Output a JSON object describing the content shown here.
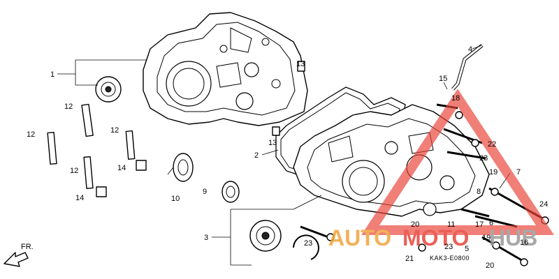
{
  "diagram": {
    "callouts": [
      "1",
      "2",
      "3",
      "4",
      "5",
      "6",
      "7",
      "8",
      "9",
      "10",
      "11",
      "12",
      "12",
      "12",
      "12",
      "13",
      "13",
      "14",
      "14",
      "15",
      "16",
      "17",
      "18",
      "19",
      "19",
      "20",
      "20",
      "21",
      "22",
      "23",
      "23",
      "23",
      "24"
    ],
    "fr_label": "FR.",
    "part_code": "KAK3-E0800"
  },
  "watermark": {
    "text_a": "AUTO",
    "text_b": "MOTO",
    "text_c": "HUB",
    "color_orange": "#f2a33a",
    "color_red": "#e8443a",
    "color_gray": "#9a9a9a"
  }
}
